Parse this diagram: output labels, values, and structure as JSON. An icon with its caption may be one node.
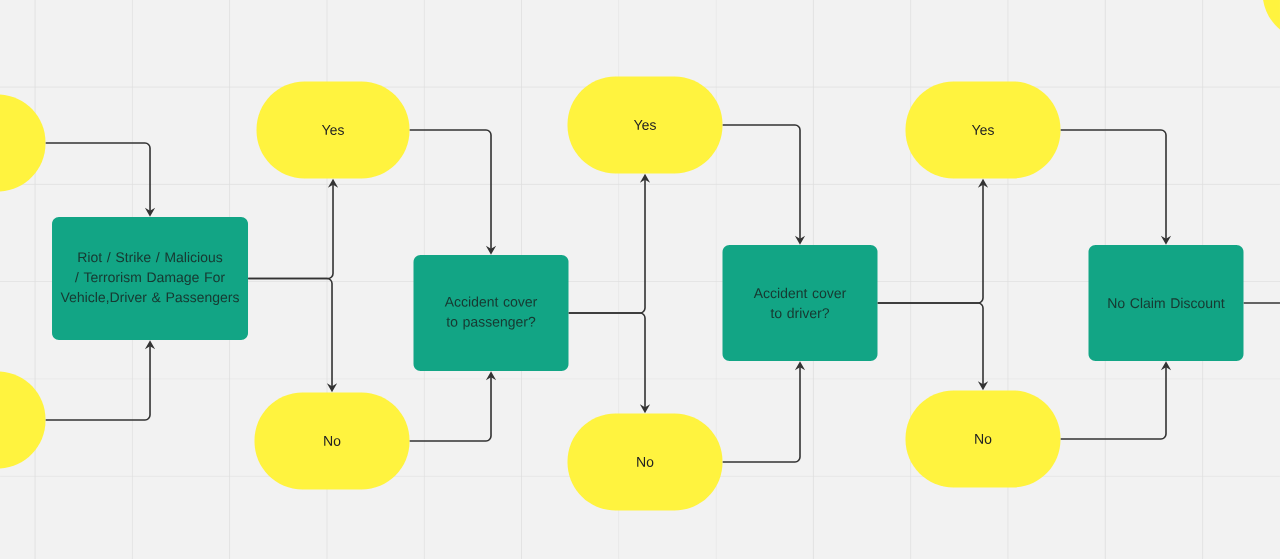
{
  "diagram": {
    "nodes": [
      {
        "text": [],
        "shape": "pill"
      },
      {
        "text": [],
        "shape": "pill"
      },
      {
        "text": [
          "Riot / Strike / Malicious / Terrorism Damage For Vehicle,Driver & Passengers"
        ]
      },
      {
        "text": [
          "Yes"
        ]
      },
      {
        "text": [
          "No"
        ]
      },
      {
        "text": [
          "Accident cover to passenger?"
        ]
      },
      {
        "text": [
          "Yes"
        ]
      },
      {
        "text": [
          "No"
        ]
      },
      {
        "text": [
          "Accident cover to driver?"
        ]
      },
      {
        "text": [
          "Yes"
        ]
      },
      {
        "text": [
          "No"
        ]
      },
      {
        "text": [
          "No Claim Discount"
        ]
      },
      {
        "text": [],
        "shape": "pill"
      }
    ],
    "edges": [
      {
        "from": 0,
        "to": 2,
        "arrow": "to"
      },
      {
        "from": 1,
        "to": 2,
        "arrow": "to"
      },
      {
        "from": 2,
        "to": 3,
        "arrow": "to"
      },
      {
        "from": 2,
        "to": 4,
        "arrow": "to"
      },
      {
        "from": 3,
        "to": 5,
        "arrow": "to"
      },
      {
        "from": 4,
        "to": 5,
        "arrow": "to"
      },
      {
        "from": 5,
        "to": 6,
        "arrow": "to"
      },
      {
        "from": 5,
        "to": 7,
        "arrow": "to"
      },
      {
        "from": 6,
        "to": 8,
        "arrow": "to"
      },
      {
        "from": 7,
        "to": 8,
        "arrow": "to"
      },
      {
        "from": 8,
        "to": 9,
        "arrow": "to"
      },
      {
        "from": 8,
        "to": 10,
        "arrow": "to"
      },
      {
        "from": 9,
        "to": 11,
        "arrow": "to"
      },
      {
        "from": 10,
        "to": 11,
        "arrow": "to"
      },
      {
        "from": 11,
        "to": null,
        "arrow": "none"
      }
    ]
  }
}
